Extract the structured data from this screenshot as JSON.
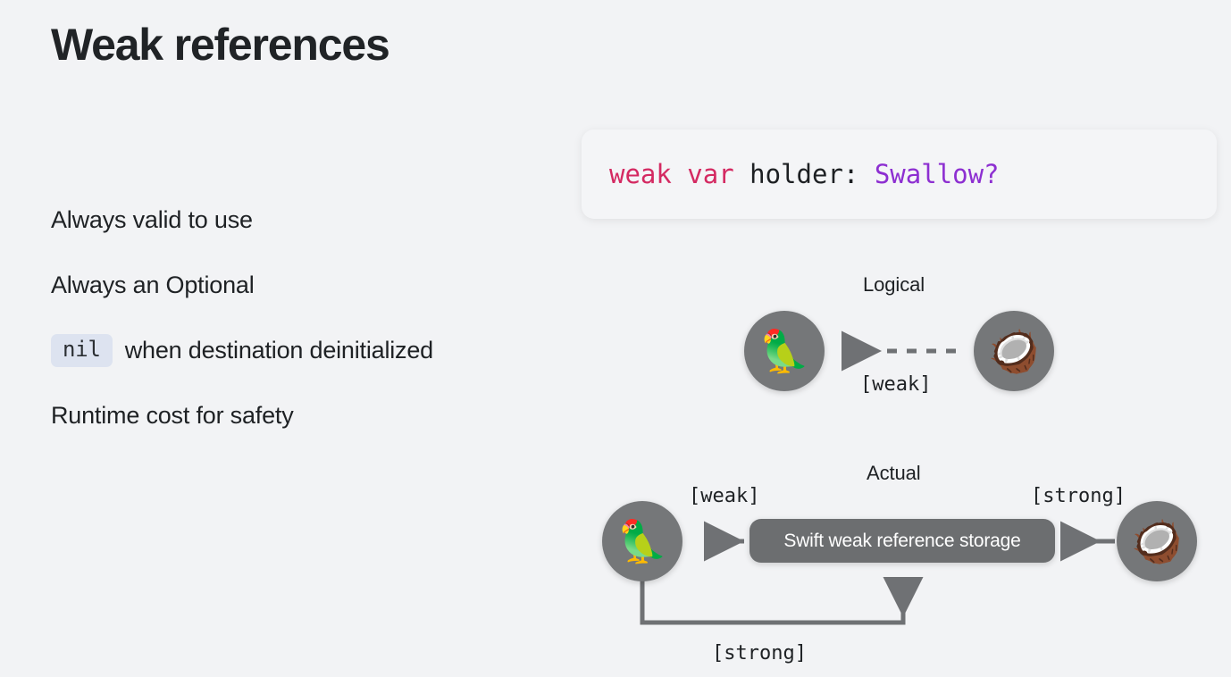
{
  "slide": {
    "title": "Weak references",
    "background_color": "#f2f3f5"
  },
  "bullets": [
    {
      "text": "Always valid to use",
      "chip": null
    },
    {
      "text": "Always an Optional",
      "chip": null
    },
    {
      "text": "when destination deinitialized",
      "chip": "nil"
    },
    {
      "text": "Runtime cost for safety",
      "chip": null
    }
  ],
  "code_card": {
    "tokens": [
      {
        "text": "weak var ",
        "kind": "keyword",
        "color": "#d42a62"
      },
      {
        "text": "holder: ",
        "kind": "plain",
        "color": "#1d2023"
      },
      {
        "text": "Swallow?",
        "kind": "type",
        "color": "#8d2fd1"
      }
    ],
    "full_text": "weak var holder: Swallow?"
  },
  "diagrams": [
    {
      "title": "Logical",
      "nodes": [
        {
          "name": "swallow-node",
          "icon": "parrot-emoji",
          "glyph": "🦜",
          "circle_color": "#757779"
        },
        {
          "name": "coconut-node",
          "icon": "coconut-emoji",
          "glyph": "🥥",
          "circle_color": "#757779"
        }
      ],
      "edges": [
        {
          "name": "weak-edge",
          "label": "[weak]",
          "style": "dashed",
          "direction": "right-to-left",
          "color": "#6f7174"
        }
      ]
    },
    {
      "title": "Actual",
      "nodes": [
        {
          "name": "swallow-node",
          "icon": "parrot-emoji",
          "glyph": "🦜",
          "circle_color": "#757779"
        },
        {
          "name": "storage-node",
          "label": "Swift weak reference storage",
          "fill": "#6c6e70",
          "text_color": "#ffffff"
        },
        {
          "name": "coconut-node",
          "icon": "coconut-emoji",
          "glyph": "🥥",
          "circle_color": "#757779"
        }
      ],
      "edges": [
        {
          "name": "weak-edge",
          "label": "[weak]",
          "style": "dashed",
          "direction": "right-to-left",
          "color": "#6f7174"
        },
        {
          "name": "strong-edge-coconut",
          "label": "[strong]",
          "style": "solid",
          "direction": "right-to-left",
          "color": "#6f7174"
        },
        {
          "name": "strong-edge-swallow",
          "label": "[strong]",
          "style": "solid",
          "direction": "bottom-loop-up",
          "color": "#6f7174"
        }
      ]
    }
  ]
}
